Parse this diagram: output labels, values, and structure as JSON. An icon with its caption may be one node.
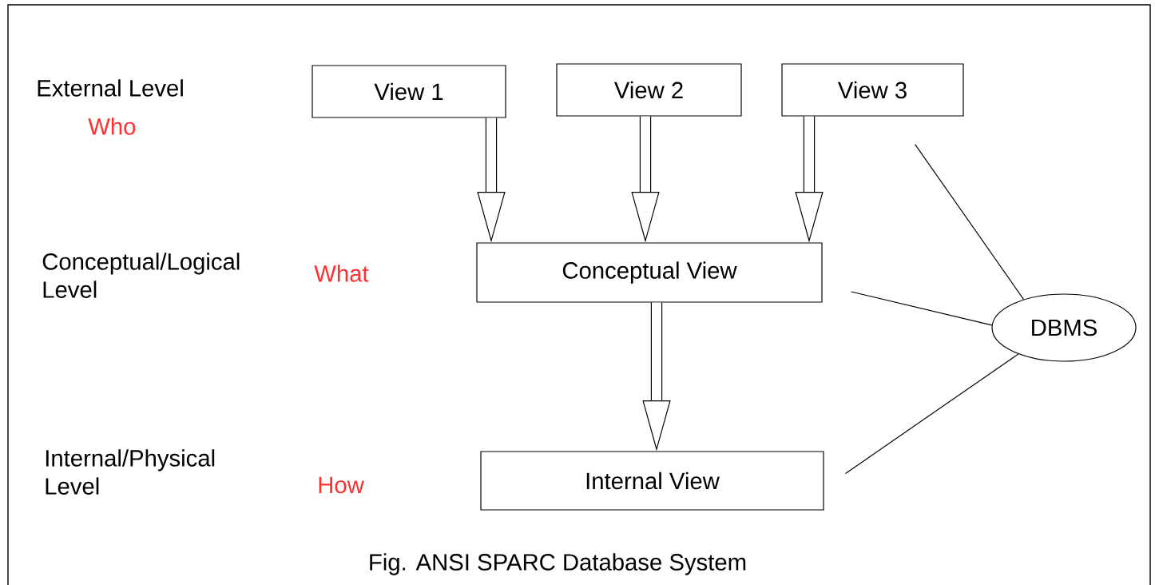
{
  "diagram": {
    "caption": "Fig. ANSI SPARC Database System",
    "nodes": [
      {
        "text": [
          "View 1"
        ]
      },
      {
        "text": [
          "View 2"
        ]
      },
      {
        "text": [
          "View 3"
        ]
      },
      {
        "text": [
          "Conceptual View"
        ]
      },
      {
        "text": [
          "Internal View"
        ]
      },
      {
        "text": [
          "DBMS"
        ]
      }
    ],
    "edges": [
      {
        "from": 0,
        "to": 3,
        "arrow": "to"
      },
      {
        "from": 1,
        "to": 3,
        "arrow": "to"
      },
      {
        "from": 2,
        "to": 3,
        "arrow": "to"
      },
      {
        "from": 3,
        "to": 4,
        "arrow": "to"
      },
      {
        "from": 5,
        "to": 2,
        "arrow": "none"
      },
      {
        "from": 5,
        "to": 3,
        "arrow": "none"
      },
      {
        "from": 5,
        "to": 4,
        "arrow": "none"
      }
    ],
    "labels": [
      "External Level",
      "Who",
      "Conceptual/Logical Level",
      "What",
      "Internal/Physical Level",
      "How"
    ]
  }
}
